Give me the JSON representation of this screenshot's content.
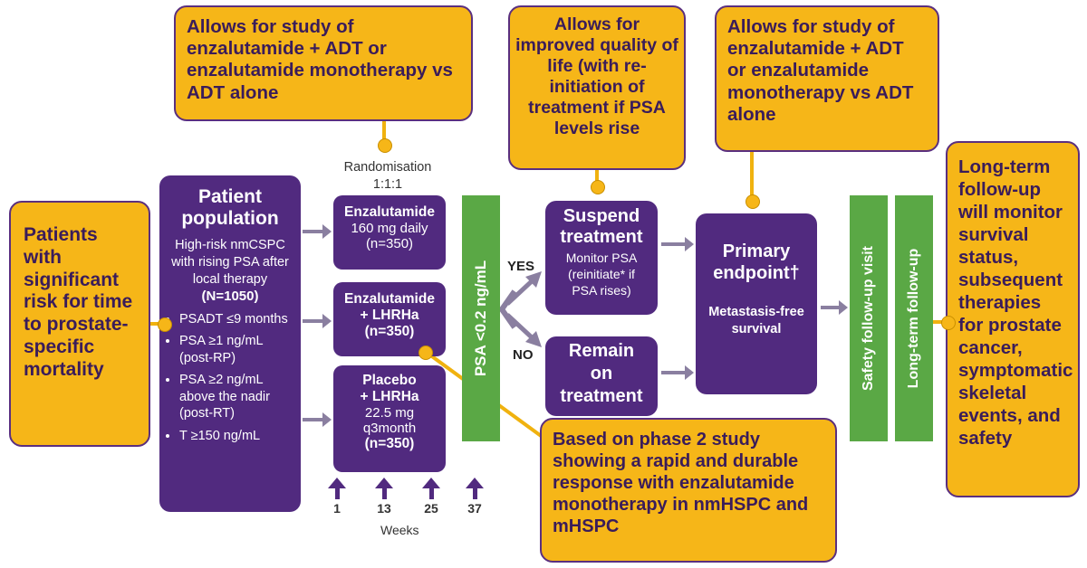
{
  "callouts": {
    "top_left": "Allows for study of enzalutamide + ADT or enzalutamide monotherapy vs ADT alone",
    "top_mid": "Allows for improved quality of life (with re-initiation of treatment if PSA levels rise",
    "top_right": "Allows for study of enzalutamide + ADT or enzalutamide monotherapy vs ADT alone",
    "left": "Patients with significant risk for time to prostate-specific mortality",
    "right": "Long-term follow-up will monitor survival status, subsequent therapies for prostate cancer, symptomatic skeletal events, and safety",
    "bottom": "Based on phase 2 study showing a rapid and durable response with enzalutamide monotherapy in nmHSPC and mHSPC"
  },
  "population": {
    "title_line1": "Patient",
    "title_line2": "population",
    "desc": "High-risk nmCSPC with rising PSA after local therapy",
    "n": "(N=1050)",
    "bullets": [
      "PSADT ≤9 months",
      "PSA ≥1 ng/mL (post-RP)",
      "PSA ≥2 ng/mL above the nadir (post-RT)",
      "T ≥150 ng/mL"
    ]
  },
  "randomisation": {
    "line1": "Randomisation",
    "line2": "1:1:1"
  },
  "arms": [
    {
      "name": "Enzalutamide",
      "detail": "160 mg daily",
      "n": "(n=350)"
    },
    {
      "name": "Enzalutamide",
      "name2": "+ LHRHa",
      "n": "(n=350)"
    },
    {
      "name": "Placebo",
      "name2": "+ LHRHa",
      "detail": "22.5 mg",
      "detail2": "q3month",
      "n": "(n=350)"
    }
  ],
  "weeks": {
    "ticks": [
      "1",
      "13",
      "25",
      "37"
    ],
    "label": "Weeks"
  },
  "psa_bar": "PSA <0.2 ng/mL",
  "branch": {
    "yes": "YES",
    "no": "NO"
  },
  "suspend": {
    "title_line1": "Suspend",
    "title_line2": "treatment",
    "detail_line1": "Monitor PSA",
    "detail_line2": "(reinitiate* if",
    "detail_line3": "PSA rises)"
  },
  "remain": {
    "line1": "Remain",
    "line2": "on",
    "line3": "treatment"
  },
  "endpoint": {
    "title_line1": "Primary",
    "title_line2": "endpoint†",
    "sub_line1": "Metastasis-free",
    "sub_line2": "survival"
  },
  "safety_bar": "Safety follow-up visit",
  "longterm_bar": "Long-term follow-up",
  "colors": {
    "purple": "#512a7f",
    "gold": "#f6b618",
    "green": "#5aa845",
    "arrow": "#8a7fa0",
    "connector": "#f0b20f"
  }
}
